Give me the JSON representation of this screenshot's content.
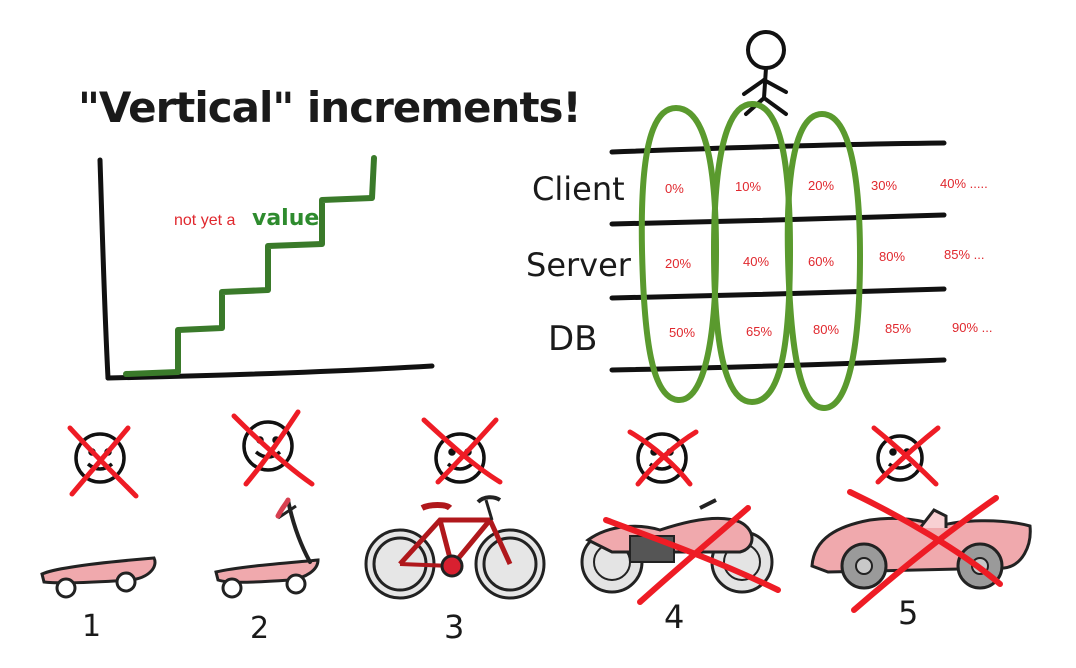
{
  "title": "\"Vertical\" increments!",
  "staircase": {
    "note_prefix": "not yet a",
    "note_value": "value",
    "prefix_color": "#e0282e",
    "value_color": "#2e8b2e"
  },
  "layers": {
    "row_labels": [
      "Client",
      "Server",
      "DB"
    ],
    "rows": [
      [
        "0%",
        "10%",
        "20%",
        "30%",
        "40% ....."
      ],
      [
        "20%",
        "40%",
        "60%",
        "80%",
        "85% ..."
      ],
      [
        "50%",
        "65%",
        "80%",
        "85%",
        "90% ..."
      ]
    ],
    "percent_color": "#e0282e",
    "loop_color": "#5a9a2e"
  },
  "vehicles": {
    "numbers": [
      "1",
      "2",
      "3",
      "4",
      "5"
    ],
    "items": [
      {
        "vehicle": "skateboard-icon"
      },
      {
        "vehicle": "scooter-icon"
      },
      {
        "vehicle": "bicycle-icon"
      },
      {
        "vehicle": "motorcycle-icon"
      },
      {
        "vehicle": "car-icon"
      }
    ],
    "cross_color": "#ee1c25",
    "body_color": "#f0a9ad"
  }
}
